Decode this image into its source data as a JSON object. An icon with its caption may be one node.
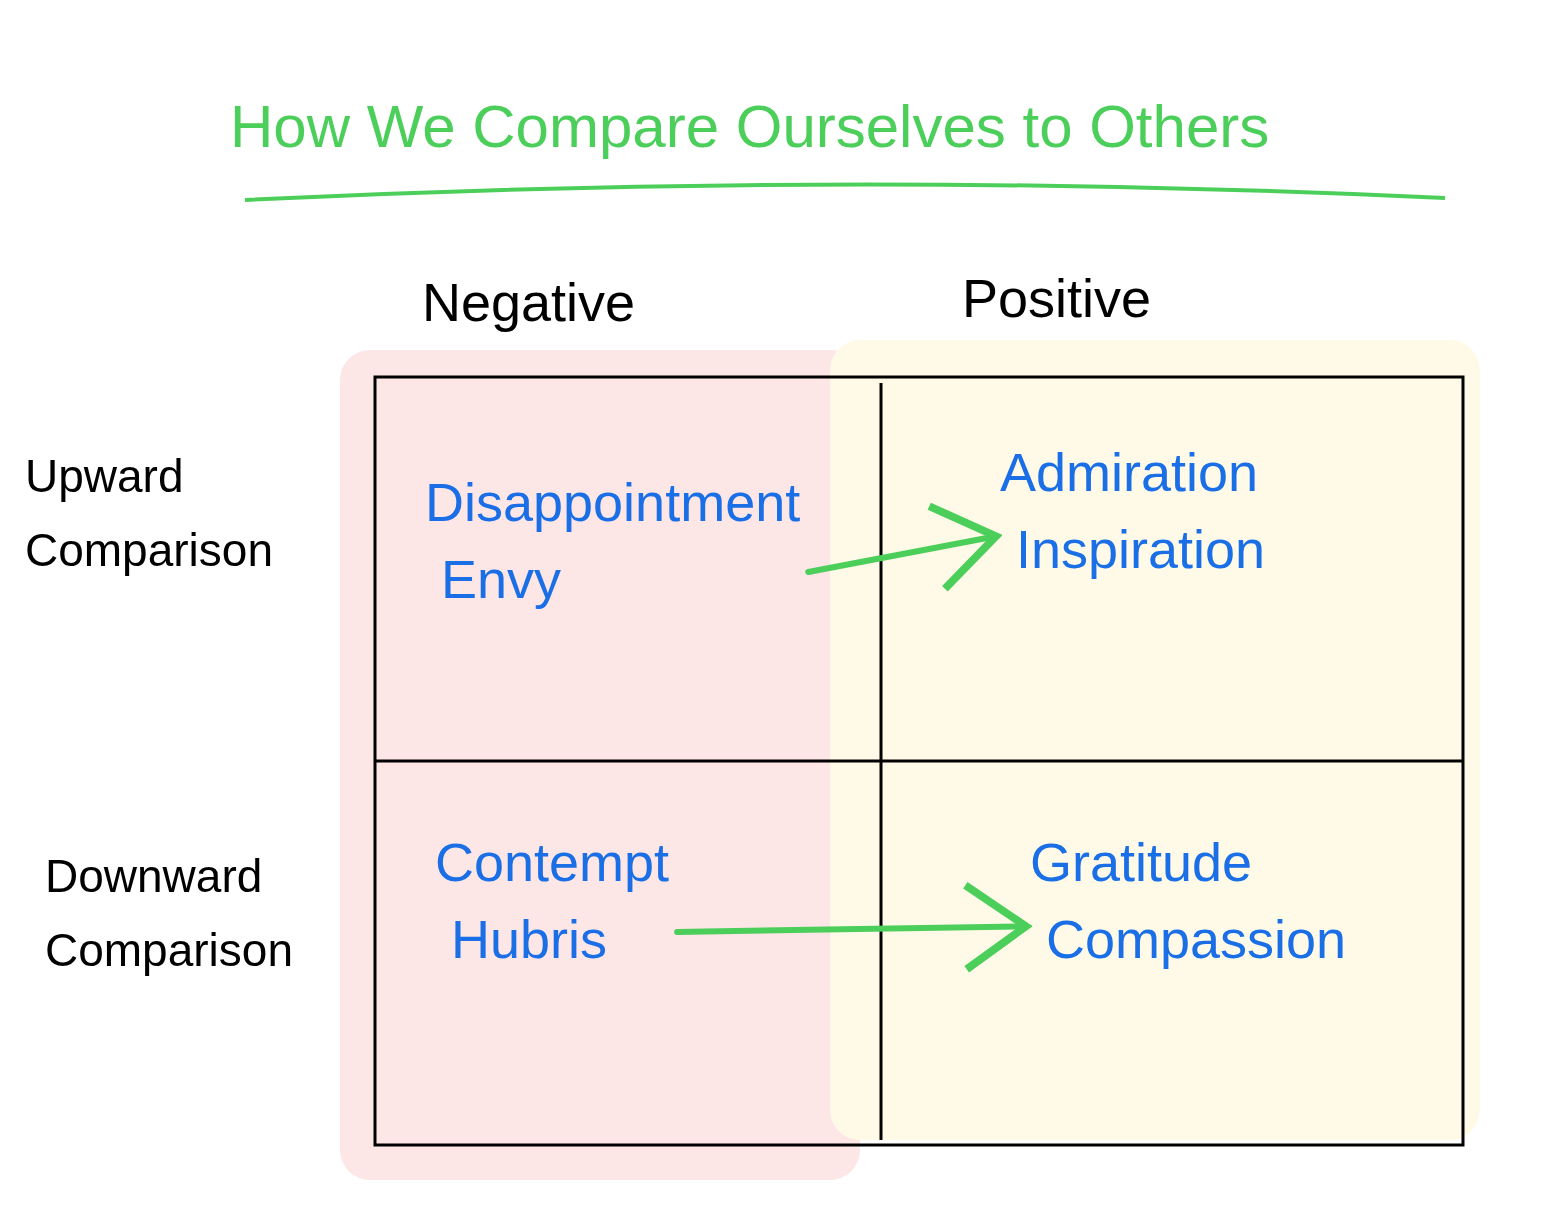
{
  "diagram": {
    "title": "How We Compare Ourselves to Others",
    "nodes": [
      {
        "text": [
          "Disappointment",
          "Envy"
        ]
      },
      {
        "text": [
          "Admiration",
          "Inspiration"
        ]
      },
      {
        "text": [
          "Contempt",
          "Hubris"
        ]
      },
      {
        "text": [
          "Gratitude",
          "Compassion"
        ]
      }
    ],
    "edges": [
      {
        "from": 0,
        "to": 1,
        "arrow": "to"
      },
      {
        "from": 2,
        "to": 3,
        "arrow": "to"
      }
    ],
    "labels": [
      "Negative",
      "Positive",
      "Upward Comparison",
      "Downward Comparison"
    ]
  }
}
